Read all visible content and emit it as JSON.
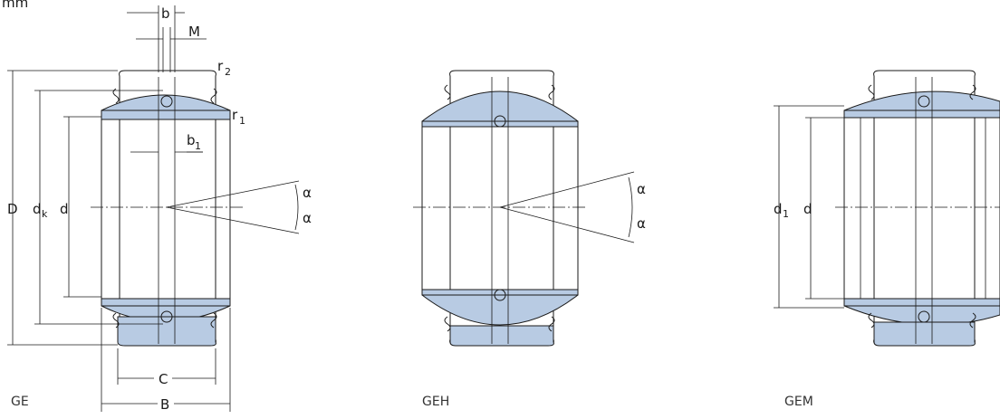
{
  "unit_label": "mm",
  "colors": {
    "ball_fill": "#b8cbe3",
    "line": "#1a1a1a",
    "background": "#ffffff"
  },
  "diagrams": [
    {
      "caption": "GE",
      "dims": {
        "b": "b",
        "M": "M",
        "r2": "r",
        "r2_sub": "2",
        "r1": "r",
        "r1_sub": "1",
        "b1": "b",
        "b1_sub": "1",
        "D": "D",
        "dk": "d",
        "dk_sub": "k",
        "d": "d",
        "alpha_top": "α",
        "alpha_bottom": "α",
        "C": "C",
        "B": "B"
      }
    },
    {
      "caption": "GEH",
      "dims": {
        "alpha_top": "α",
        "alpha_bottom": "α"
      }
    },
    {
      "caption": "GEM",
      "dims": {
        "d1": "d",
        "d1_sub": "1",
        "d": "d"
      }
    }
  ]
}
